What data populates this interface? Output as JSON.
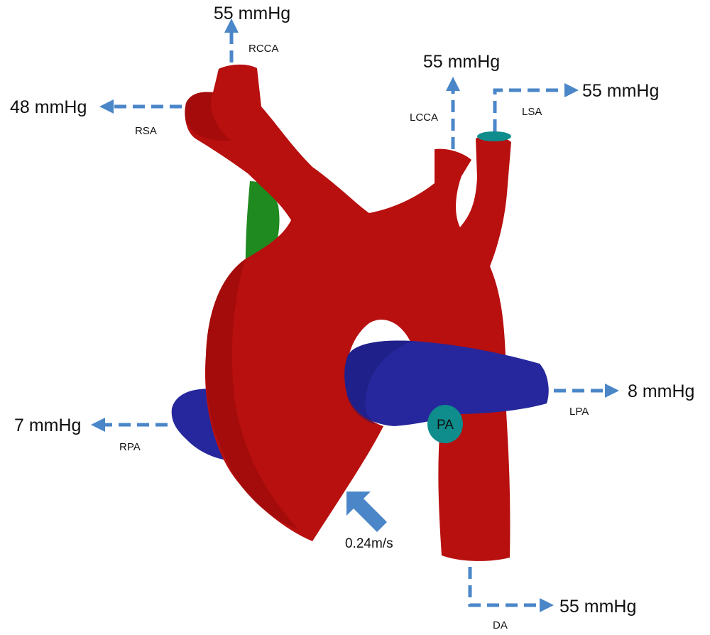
{
  "colors": {
    "aorta": "#b80f0f",
    "aorta_shade": "#8c0606",
    "pulmonary": "#26279c",
    "pulmonary_shade": "#1a1a78",
    "ductus": "#1f8a1f",
    "outlet_cap": "#0f8c8c",
    "arrow": "#4a86c8"
  },
  "outlets": {
    "rcca": {
      "label": "RCCA",
      "pressure": "55 mmHg"
    },
    "rsa": {
      "label": "RSA",
      "pressure": "48 mmHg"
    },
    "lcca": {
      "label": "LCCA",
      "pressure": "55 mmHg"
    },
    "lsa": {
      "label": "LSA",
      "pressure": "55 mmHg"
    },
    "lpa": {
      "label": "LPA",
      "pressure": "8 mmHg"
    },
    "rpa": {
      "label": "RPA",
      "pressure": "7 mmHg"
    },
    "da": {
      "label": "DA",
      "pressure": "55 mmHg"
    }
  },
  "inlets": {
    "pa": {
      "label": "PA"
    },
    "aorta": {
      "velocity": "0.24m/s"
    }
  }
}
